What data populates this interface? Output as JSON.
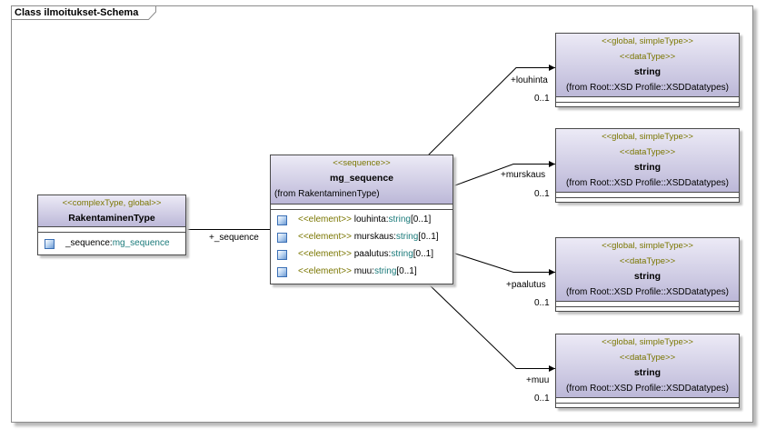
{
  "frame": {
    "title": "Class ilmoitukset-Schema"
  },
  "rakentaminen": {
    "stereotype": "<<complexType, global>>",
    "name": "RakentaminenType",
    "attr_name": "_sequence:",
    "attr_type": "mg_sequence"
  },
  "mg_sequence": {
    "stereotype": "<<sequence>>",
    "name": "mg_sequence",
    "from": "(from RakentaminenType)",
    "elements": [
      {
        "stereo": "<<element>>",
        "name": "louhinta:",
        "type": "string",
        "mult": "[0..1]"
      },
      {
        "stereo": "<<element>>",
        "name": "murskaus:",
        "type": "string",
        "mult": "[0..1]"
      },
      {
        "stereo": "<<element>>",
        "name": "paalutus:",
        "type": "string",
        "mult": "[0..1]"
      },
      {
        "stereo": "<<element>>",
        "name": "muu:",
        "type": "string",
        "mult": "[0..1]"
      }
    ]
  },
  "string_class": {
    "stereotype1": "<<global, simpleType>>",
    "stereotype2": "<<dataType>>",
    "name": "string",
    "from": "(from Root::XSD Profile::XSDDatatypes)"
  },
  "links": {
    "sequence_role": "+_sequence",
    "roles": [
      "+louhinta",
      "+murskaus",
      "+paalutus",
      "+muu"
    ],
    "multiplicity": "0..1"
  }
}
